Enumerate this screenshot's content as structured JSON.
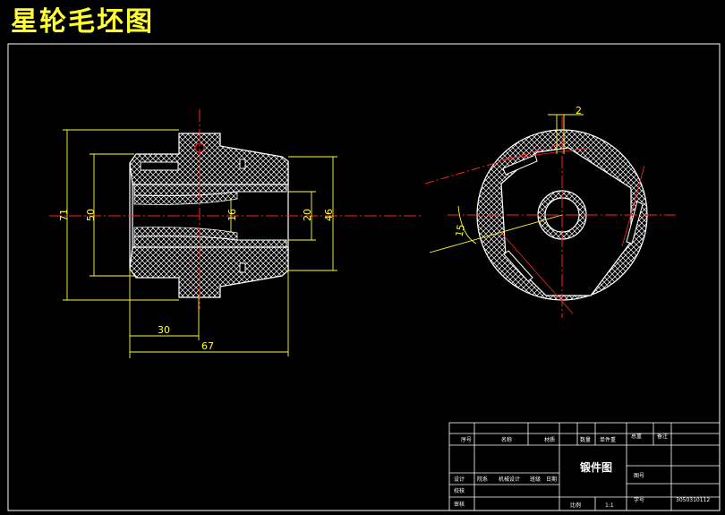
{
  "title": "星轮毛坯图",
  "dimensions": {
    "d71": "71",
    "d50": "50",
    "d16": "16",
    "d20": "20",
    "d46": "46",
    "d30": "30",
    "d67": "67",
    "d2": "2",
    "d15": "15"
  },
  "title_block": {
    "seq": "序号",
    "name": "名称",
    "material": "材质",
    "quantity": "数量",
    "weight": "单件重",
    "mass": "总重",
    "remark": "备注",
    "drawing_name": "锻件图",
    "design": "设计",
    "check": "校核",
    "review": "审核",
    "scale_label": "比例",
    "scale_value": "1:1",
    "drawing_no_label": "图号",
    "student_no_label": "学号",
    "student_no": "3050310112",
    "c1": "院系",
    "c2": "机械设计",
    "c3": "班级",
    "c4": "日期"
  },
  "colors": {
    "background": "#000000",
    "outline": "#ffffff",
    "dimension": "#ffff33",
    "centerline": "#ff2222"
  }
}
